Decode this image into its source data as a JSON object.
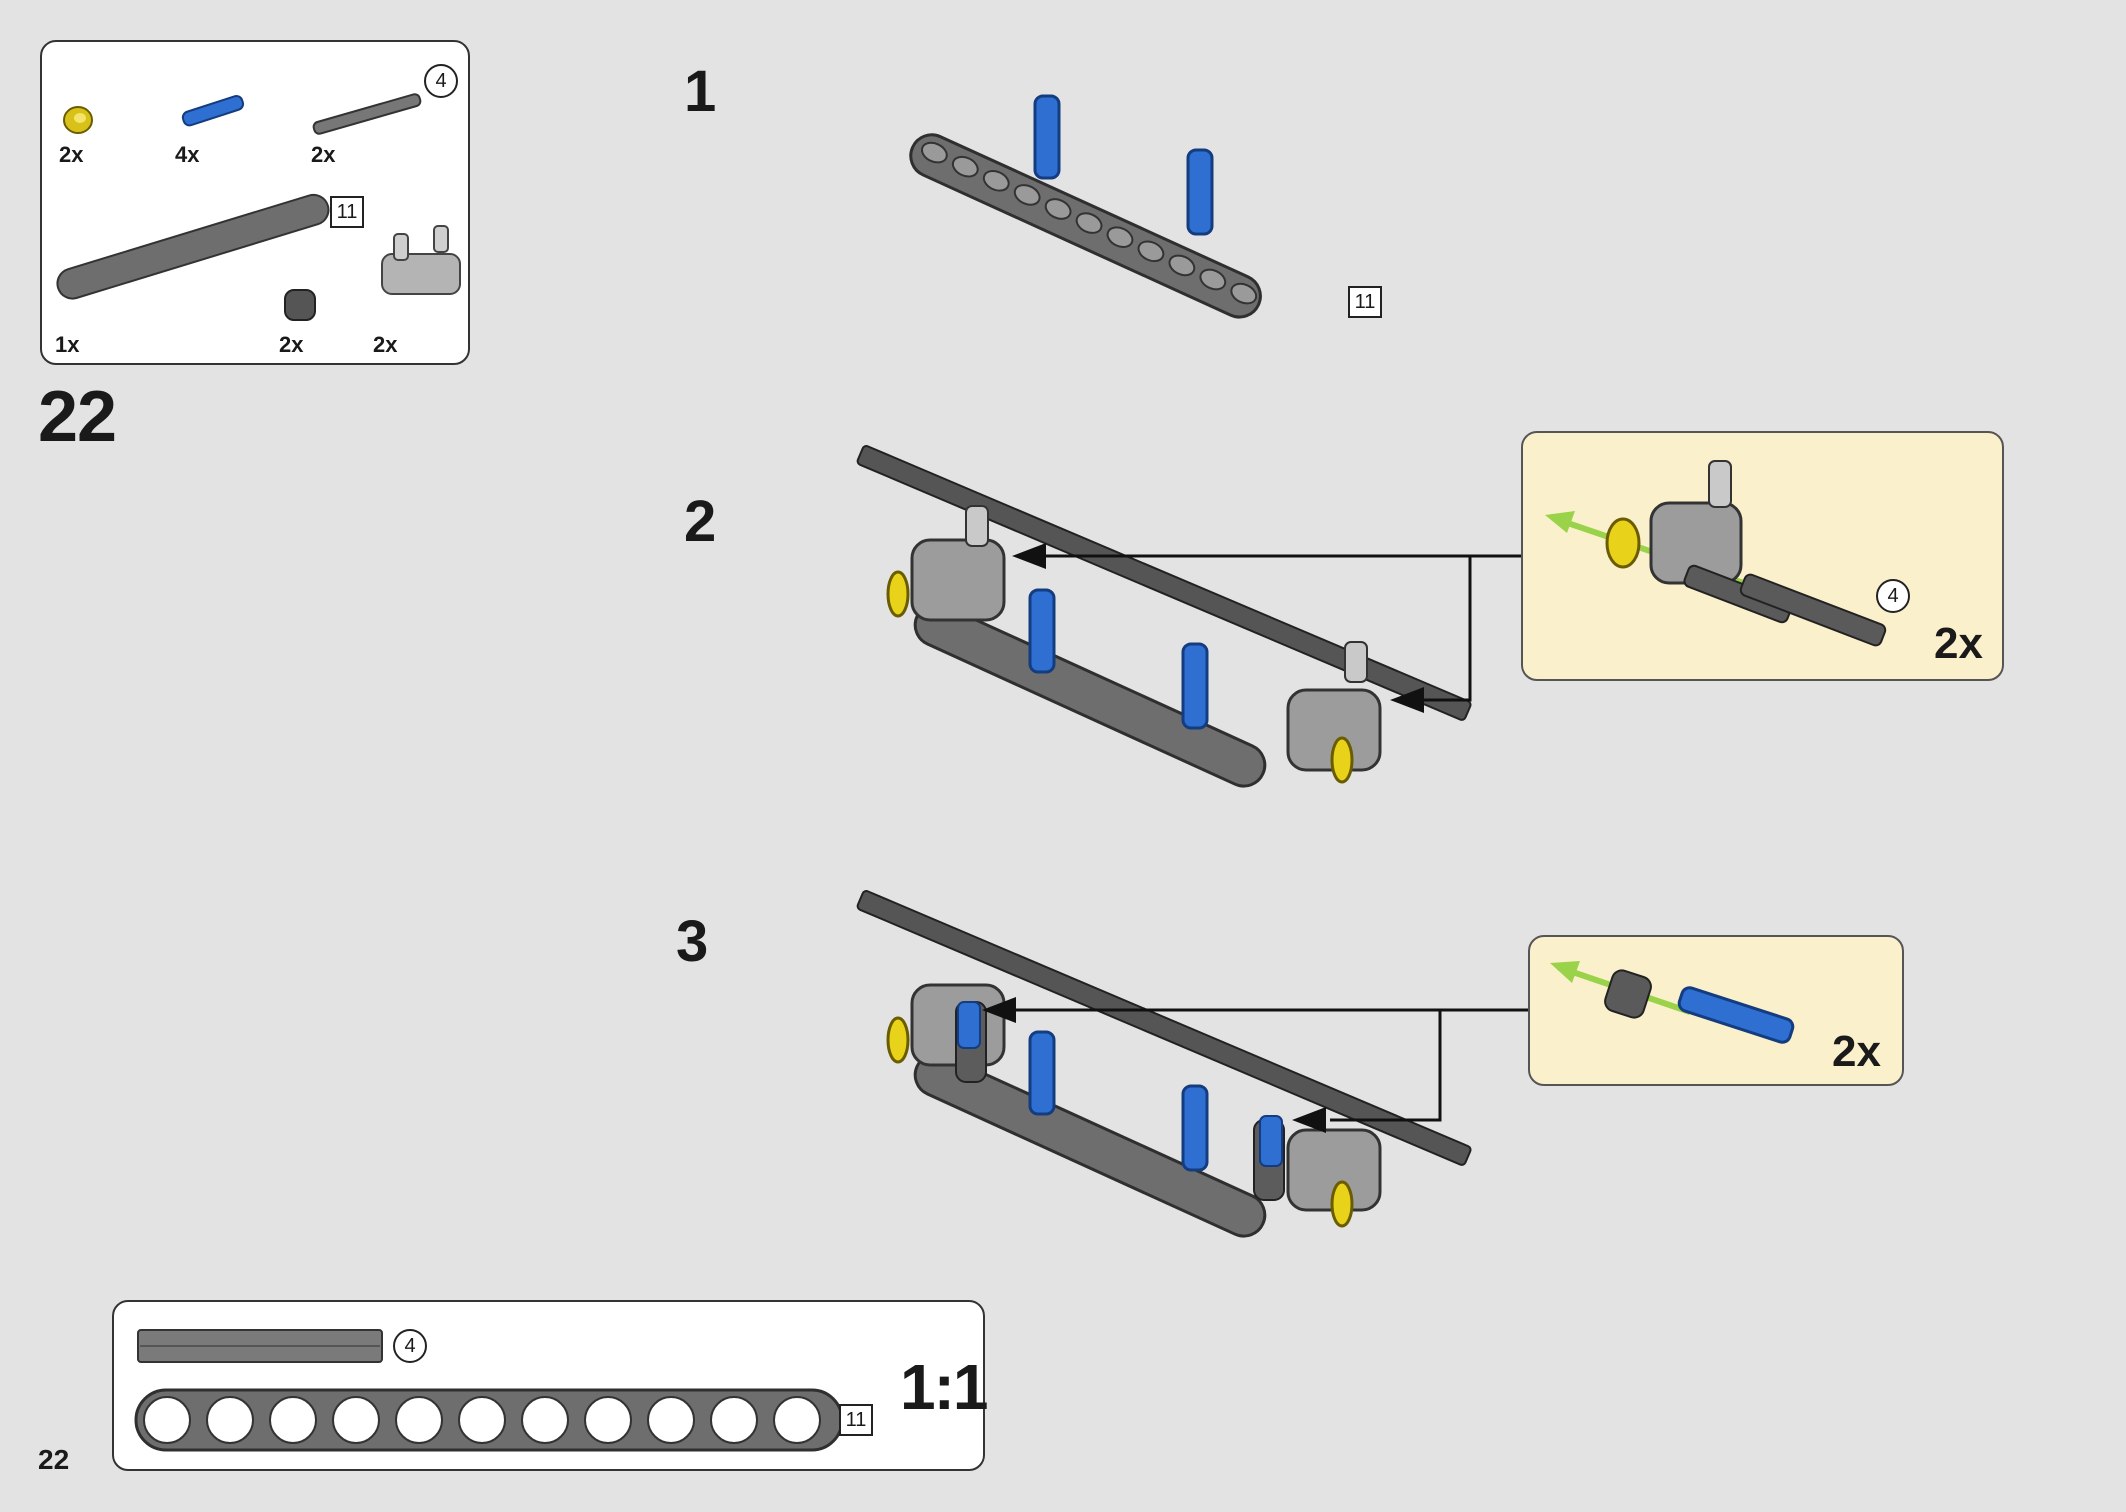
{
  "parts_list": {
    "items": [
      {
        "name": "yellow bush",
        "qty": "2x"
      },
      {
        "name": "blue axle pin",
        "qty": "4x"
      },
      {
        "name": "axle 4",
        "qty": "2x",
        "length": "4"
      },
      {
        "name": "beam 11",
        "qty": "1x",
        "length": "11"
      },
      {
        "name": "dark grey bush",
        "qty": "2x"
      },
      {
        "name": "cross block",
        "qty": "2x"
      }
    ]
  },
  "page_step": "22",
  "steps": [
    {
      "label": "1",
      "beam_length": "11"
    },
    {
      "label": "2",
      "callout": {
        "qty": "2x",
        "axle_length": "4"
      }
    },
    {
      "label": "3",
      "callout": {
        "qty": "2x"
      }
    }
  ],
  "ruler": {
    "scale": "1:1",
    "axle_length": "4",
    "beam_length": "11"
  },
  "page_number": "22",
  "colors": {
    "background": "#e3e3e3",
    "callout": "#fbf0cc",
    "blue": "#2f6fd1",
    "yellow": "#e8d21a",
    "grey": "#6b6b6b"
  }
}
